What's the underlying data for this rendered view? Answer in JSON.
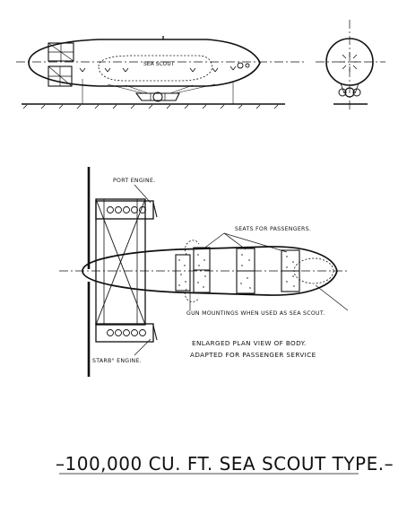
{
  "drawing": {
    "labels": {
      "port_engine": "PORT ENGINE.",
      "stbd_engine": "STARB° ENGINE.",
      "seats": "SEATS FOR PASSENGERS.",
      "gun_mountings": "GUN MOUNTINGS WHEN USED AS SEA SCOUT."
    },
    "caption": {
      "line1": "ENLARGED PLAN VIEW OF BODY.",
      "line2": "ADAPTED FOR PASSENGER SERVICE"
    },
    "title": "–100,000 CU. FT. SEA SCOUT TYPE.–"
  }
}
